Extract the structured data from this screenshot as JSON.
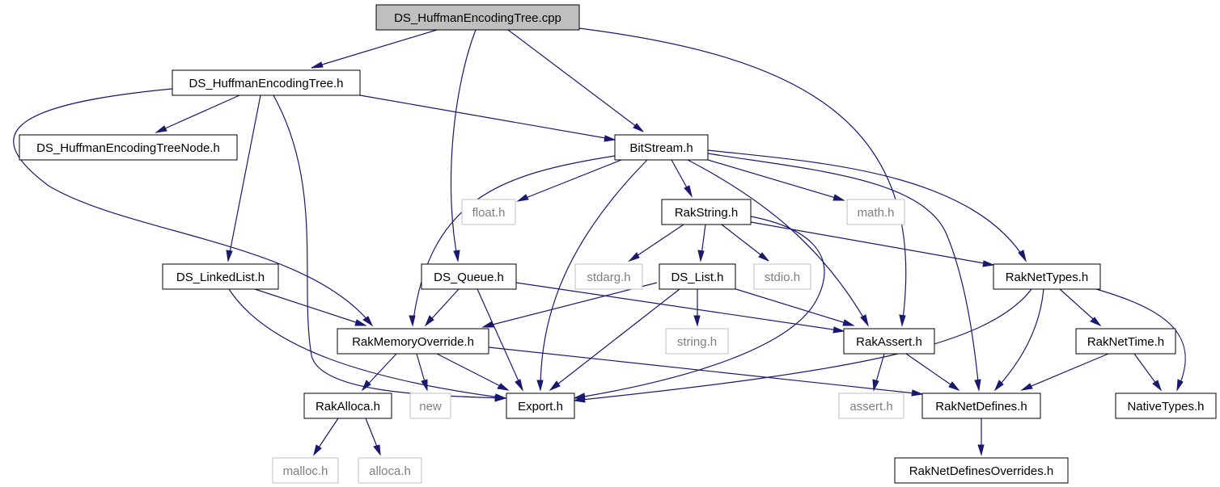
{
  "colors": {
    "edge": "#191970",
    "root_fill": "#bfbfbf",
    "node_border": "#000000",
    "external_border": "#bfbfbf",
    "external_text": "#7f7f7f",
    "node_text": "#000000"
  },
  "nodes": [
    {
      "id": "n_cpp",
      "label": "DS_HuffmanEncodingTree.cpp",
      "kind": "root"
    },
    {
      "id": "n_het",
      "label": "DS_HuffmanEncodingTree.h",
      "kind": "file"
    },
    {
      "id": "n_hetn",
      "label": "DS_HuffmanEncodingTreeNode.h",
      "kind": "file"
    },
    {
      "id": "n_bs",
      "label": "BitStream.h",
      "kind": "file"
    },
    {
      "id": "n_float",
      "label": "float.h",
      "kind": "external"
    },
    {
      "id": "n_rs",
      "label": "RakString.h",
      "kind": "file"
    },
    {
      "id": "n_math",
      "label": "math.h",
      "kind": "external"
    },
    {
      "id": "n_ll",
      "label": "DS_LinkedList.h",
      "kind": "file"
    },
    {
      "id": "n_q",
      "label": "DS_Queue.h",
      "kind": "file"
    },
    {
      "id": "n_stdarg",
      "label": "stdarg.h",
      "kind": "external"
    },
    {
      "id": "n_list",
      "label": "DS_List.h",
      "kind": "file"
    },
    {
      "id": "n_stdio",
      "label": "stdio.h",
      "kind": "external"
    },
    {
      "id": "n_rnt",
      "label": "RakNetTypes.h",
      "kind": "file"
    },
    {
      "id": "n_rmo",
      "label": "RakMemoryOverride.h",
      "kind": "file"
    },
    {
      "id": "n_string",
      "label": "string.h",
      "kind": "external"
    },
    {
      "id": "n_ra",
      "label": "RakAssert.h",
      "kind": "file"
    },
    {
      "id": "n_rtime",
      "label": "RakNetTime.h",
      "kind": "file"
    },
    {
      "id": "n_alloca_h",
      "label": "RakAlloca.h",
      "kind": "file"
    },
    {
      "id": "n_new",
      "label": "new",
      "kind": "external"
    },
    {
      "id": "n_export",
      "label": "Export.h",
      "kind": "file"
    },
    {
      "id": "n_assert",
      "label": "assert.h",
      "kind": "external"
    },
    {
      "id": "n_rnd",
      "label": "RakNetDefines.h",
      "kind": "file"
    },
    {
      "id": "n_nt",
      "label": "NativeTypes.h",
      "kind": "file"
    },
    {
      "id": "n_malloc",
      "label": "malloc.h",
      "kind": "external"
    },
    {
      "id": "n_alloca",
      "label": "alloca.h",
      "kind": "external"
    },
    {
      "id": "n_rndo",
      "label": "RakNetDefinesOverrides.h",
      "kind": "file"
    }
  ],
  "edges": [
    [
      "n_cpp",
      "n_het"
    ],
    [
      "n_cpp",
      "n_q"
    ],
    [
      "n_cpp",
      "n_bs"
    ],
    [
      "n_cpp",
      "n_ra"
    ],
    [
      "n_het",
      "n_hetn"
    ],
    [
      "n_het",
      "n_bs"
    ],
    [
      "n_het",
      "n_ll"
    ],
    [
      "n_het",
      "n_rmo"
    ],
    [
      "n_het",
      "n_export"
    ],
    [
      "n_bs",
      "n_float"
    ],
    [
      "n_bs",
      "n_rs"
    ],
    [
      "n_bs",
      "n_math"
    ],
    [
      "n_bs",
      "n_rmo"
    ],
    [
      "n_bs",
      "n_export"
    ],
    [
      "n_bs",
      "n_ra"
    ],
    [
      "n_bs",
      "n_rnd"
    ],
    [
      "n_bs",
      "n_rnt"
    ],
    [
      "n_rs",
      "n_stdarg"
    ],
    [
      "n_rs",
      "n_list"
    ],
    [
      "n_rs",
      "n_stdio"
    ],
    [
      "n_rs",
      "n_rnt"
    ],
    [
      "n_rs",
      "n_export"
    ],
    [
      "n_ll",
      "n_rmo"
    ],
    [
      "n_ll",
      "n_export"
    ],
    [
      "n_q",
      "n_rmo"
    ],
    [
      "n_q",
      "n_export"
    ],
    [
      "n_q",
      "n_ra"
    ],
    [
      "n_list",
      "n_rmo"
    ],
    [
      "n_list",
      "n_string"
    ],
    [
      "n_list",
      "n_export"
    ],
    [
      "n_list",
      "n_ra"
    ],
    [
      "n_rnt",
      "n_export"
    ],
    [
      "n_rnt",
      "n_rnd"
    ],
    [
      "n_rnt",
      "n_rtime"
    ],
    [
      "n_rnt",
      "n_nt"
    ],
    [
      "n_rmo",
      "n_alloca_h"
    ],
    [
      "n_rmo",
      "n_new"
    ],
    [
      "n_rmo",
      "n_export"
    ],
    [
      "n_rmo",
      "n_rnd"
    ],
    [
      "n_ra",
      "n_assert"
    ],
    [
      "n_ra",
      "n_rnd"
    ],
    [
      "n_rtime",
      "n_rnd"
    ],
    [
      "n_rtime",
      "n_nt"
    ],
    [
      "n_alloca_h",
      "n_malloc"
    ],
    [
      "n_alloca_h",
      "n_alloca"
    ],
    [
      "n_rnd",
      "n_rndo"
    ]
  ]
}
